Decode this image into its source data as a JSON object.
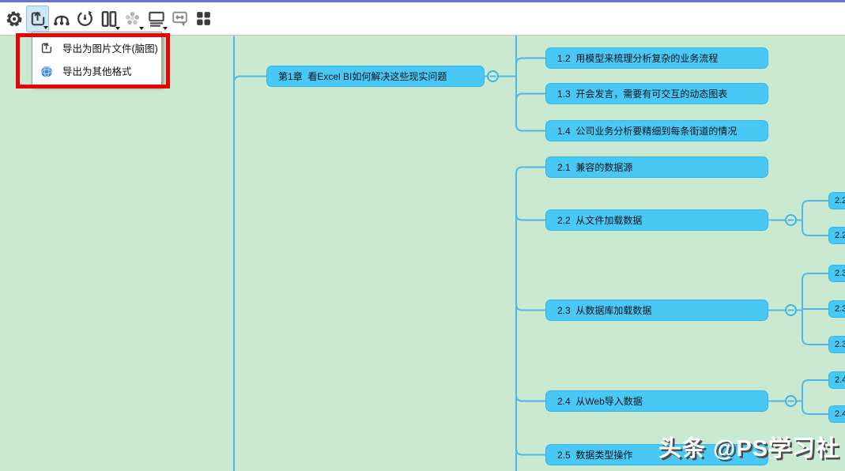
{
  "toolbar": {
    "buttons": [
      {
        "icon": "settings-gear-icon",
        "state": "normal"
      },
      {
        "icon": "export-icon",
        "state": "active",
        "has_dropdown": true
      },
      {
        "icon": "structure-icon",
        "state": "normal"
      },
      {
        "icon": "history-icon",
        "state": "normal"
      },
      {
        "icon": "columns-icon",
        "state": "normal",
        "has_dropdown": true
      },
      {
        "icon": "clipart-icon",
        "state": "disabled",
        "has_dropdown": true
      },
      {
        "icon": "presentation-icon",
        "state": "normal",
        "has_dropdown": true
      },
      {
        "icon": "width-bubble-icon",
        "state": "normal"
      },
      {
        "icon": "grid-icon",
        "state": "normal"
      }
    ]
  },
  "export_menu": {
    "items": [
      {
        "icon": "export-image-icon",
        "label": "导出为图片文件(脑图)"
      },
      {
        "icon": "globe-icon",
        "label": "导出为其他格式"
      }
    ],
    "annotation_color": "#e50505"
  },
  "mindmap": {
    "background_color": "#c9ead0",
    "node_fill_color": "#49c7f5",
    "node_border_color": "#2db4e8",
    "connector_color": "#4fb8e8",
    "chapter_node": {
      "label": "第1章  看Excel BI如何解决这些现实问题"
    },
    "topics": [
      {
        "label": "1.2  用模型来梳理分析复杂的业务流程"
      },
      {
        "label": "1.3  开会发言，需要有可交互的动态图表"
      },
      {
        "label": "1.4  公司业务分析要精细到每条街道的情况"
      },
      {
        "label": "2.1  兼容的数据源"
      },
      {
        "label": "2.2  从文件加载数据",
        "collapse_toggle": true
      },
      {
        "label": "2.3  从数据库加载数据",
        "collapse_toggle": true
      },
      {
        "label": "2.4  从Web导入数据",
        "collapse_toggle": true
      },
      {
        "label": "2.5  数据类型操作"
      }
    ],
    "subtopic_stubs": [
      "2.2",
      "2.2",
      "2.3",
      "2.3",
      "2.3",
      "2.4",
      "2.4"
    ]
  },
  "watermark": {
    "text": "头条 @PS学习社"
  }
}
